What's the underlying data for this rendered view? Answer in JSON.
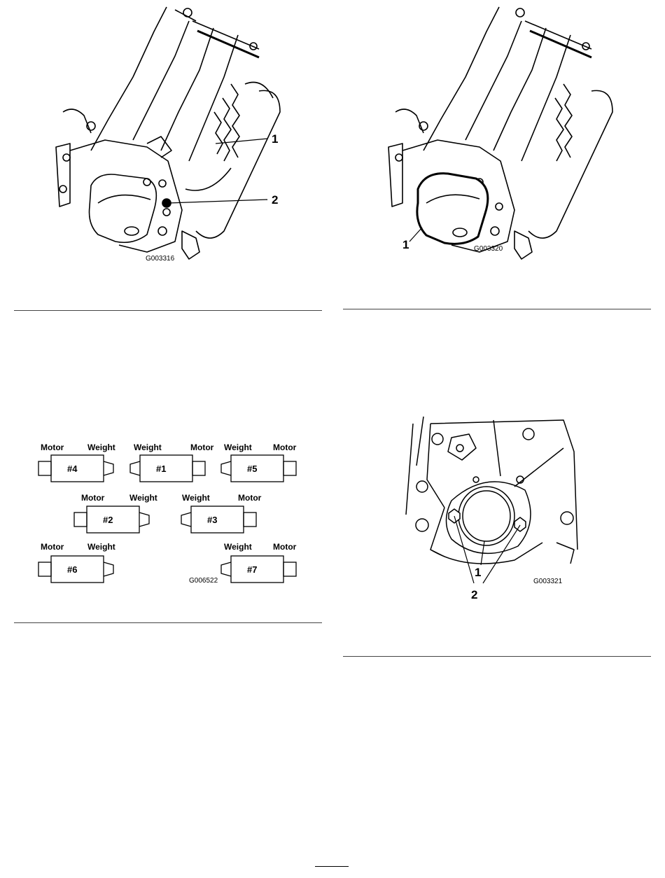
{
  "figure_top_left": {
    "code": "G003316",
    "callouts": [
      "1",
      "2"
    ]
  },
  "figure_top_right": {
    "code": "G003320",
    "callouts": [
      "1"
    ]
  },
  "figure_orientation": {
    "code": "G006522",
    "units": [
      {
        "id": "#4",
        "left_label": "Motor",
        "right_label": "Weight"
      },
      {
        "id": "#1",
        "left_label": "Weight",
        "right_label": "Motor"
      },
      {
        "id": "#5",
        "left_label": "Weight",
        "right_label": "Motor"
      },
      {
        "id": "#2",
        "left_label": "Motor",
        "right_label": "Weight"
      },
      {
        "id": "#3",
        "left_label": "Weight",
        "right_label": "Motor"
      },
      {
        "id": "#6",
        "left_label": "Motor",
        "right_label": "Weight"
      },
      {
        "id": "#7",
        "left_label": "Weight",
        "right_label": "Motor"
      }
    ]
  },
  "figure_bearing": {
    "code": "G003321",
    "callouts": [
      "1",
      "2"
    ]
  }
}
